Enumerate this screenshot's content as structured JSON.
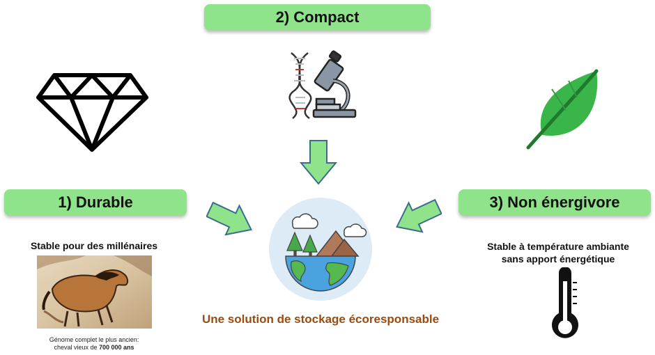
{
  "compact": {
    "label": "2) Compact"
  },
  "durable": {
    "label": "1) Durable",
    "caption": "Stable pour des millénaires",
    "note_line1": "Génome complet le plus ancien:",
    "note_line2_prefix": "cheval vieux de ",
    "note_line2_bold": "700 000 ans"
  },
  "energy": {
    "label": "3) Non énergivore",
    "caption_line1": "Stable à température ambiante",
    "caption_line2": "sans apport énergétique"
  },
  "center": {
    "tagline": "Une solution de stockage écoresponsable"
  },
  "colors": {
    "pill": "#8fe38a",
    "arrow": "#8fe38a",
    "arrow_stroke": "#3d6b8c",
    "tagline": "#9a4b10",
    "leaf": "#3ab54a",
    "globe_bg": "#dcebf5"
  },
  "icons": {
    "diamond": "diamond-icon",
    "dna_microscope": "dna-microscope-icon",
    "leaf": "leaf-icon",
    "globe": "eco-globe-icon",
    "thermometer": "thermometer-icon",
    "cave_painting": "cave-painting-horse-image"
  }
}
